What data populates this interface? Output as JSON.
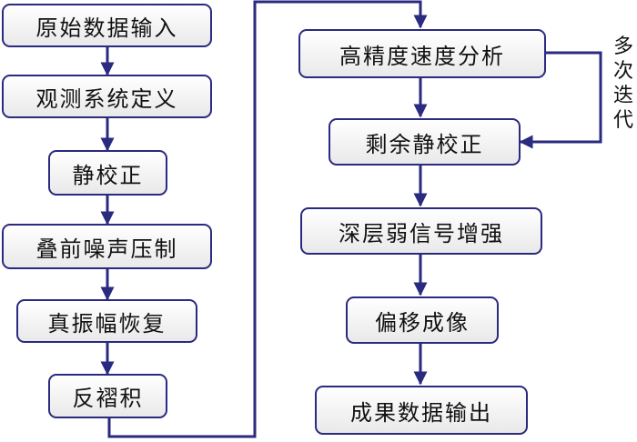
{
  "colors": {
    "stroke": "#2a2a80",
    "box_top": "#ffffff",
    "box_bottom": "#e9e9e9"
  },
  "left_column": [
    "原始数据输入",
    "观测系统定义",
    "静校正",
    "叠前噪声压制",
    "真振幅恢复",
    "反褶积"
  ],
  "right_column": [
    "高精度速度分析",
    "剩余静校正",
    "深层弱信号增强",
    "偏移成像",
    "成果数据输出"
  ],
  "iteration_note": [
    "多",
    "次",
    "迭",
    "代"
  ]
}
